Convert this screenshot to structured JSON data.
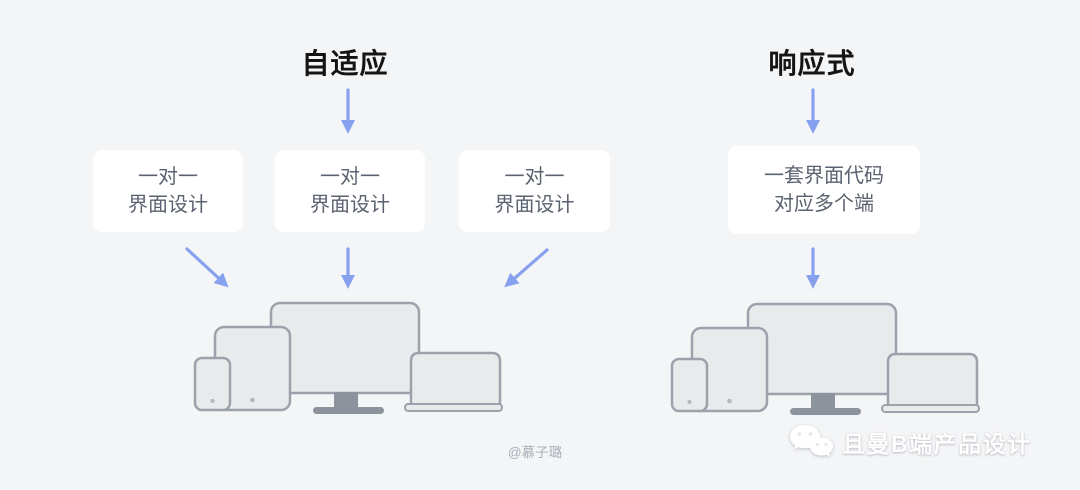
{
  "left": {
    "title": "自适应",
    "boxes": [
      {
        "line1": "一对一",
        "line2": "界面设计"
      },
      {
        "line1": "一对一",
        "line2": "界面设计"
      },
      {
        "line1": "一对一",
        "line2": "界面设计"
      }
    ]
  },
  "right": {
    "title": "响应式",
    "box": {
      "line1": "一套界面代码",
      "line2": "对应多个端"
    }
  },
  "footer": {
    "author": "@慕子璐",
    "watermark": "且曼B端产品设计"
  },
  "icons": {
    "devices": [
      "monitor-icon",
      "tablet-icon",
      "phone-icon",
      "laptop-icon"
    ],
    "watermark_icon": "wechat-icon",
    "arrows": "down-arrow-icon"
  },
  "colors": {
    "background": "#f4f5f6",
    "card_background": "#ffffff",
    "arrow": "#88a1ef",
    "device_fill": "#e9eaec",
    "device_stroke": "#9ca2ac",
    "monitor_stand": "#8d939d",
    "title_text": "#141414",
    "card_text": "#5b6270",
    "author_text": "#a9aeb8",
    "watermark_text": "#ffffff"
  }
}
